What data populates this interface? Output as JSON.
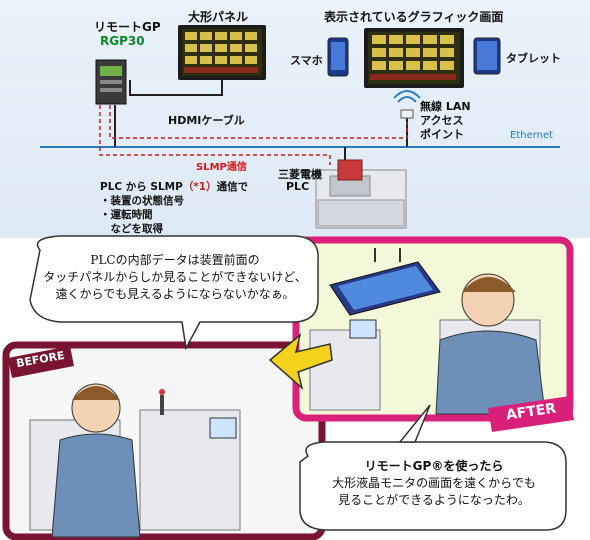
{
  "network": {
    "gp_title": "リモートGP",
    "gp_model": "RGP30",
    "big_panel": "大形パネル",
    "displayed_screen": "表示されているグラフィック画面",
    "smartphone": "スマホ",
    "tablet": "タブレット",
    "hdmi_cable": "HDMIケーブル",
    "wlan_line1": "無線 LAN",
    "wlan_line2": "アクセス",
    "wlan_line3": "ポイント",
    "ethernet": "Ethernet",
    "slmp": "SLMP通信",
    "plc_line1": "三菱電機",
    "plc_line2": "PLC"
  },
  "plc_info": {
    "line1_prefix": "PLC から SLMP",
    "line1_note": "（*1）",
    "line1_suffix": "通信で",
    "item1": "・装置の状態信号",
    "item2": "・運転時間",
    "item3": "　などを取得"
  },
  "before": {
    "tag": "BEFORE",
    "bubble_line1": "PLCの内部データは装置前面の",
    "bubble_line2": "タッチパネルからしか見ることができないけど、",
    "bubble_line3": "遠くからでも見えるようにならないかなぁ。"
  },
  "after": {
    "tag": "AFTER",
    "bubble_line1": "リモートGP®を使ったら",
    "bubble_line2": "大形液晶モニタの画面を遠くからでも",
    "bubble_line3": "見ることができるようになったわ。"
  },
  "colors": {
    "before_frame": "#7a1433",
    "after_frame": "#d9207b",
    "arrow": "#f2d21c",
    "ethernet": "#2a7bc2",
    "slmp": "#d21a1a"
  }
}
